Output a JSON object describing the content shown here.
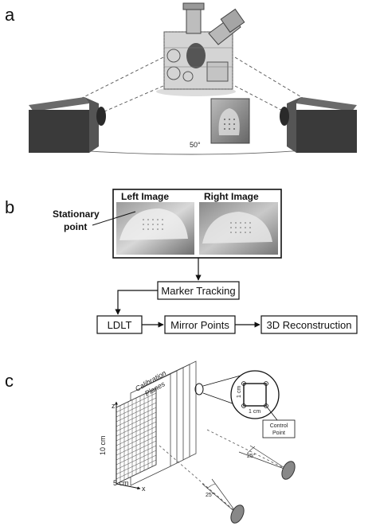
{
  "panels": {
    "a": {
      "letter": "a",
      "angle_label": "50°"
    },
    "b": {
      "letter": "b",
      "left_image_label": "Left Image",
      "right_image_label": "Right Image",
      "stationary_label_line1": "Stationary",
      "stationary_label_line2": "point",
      "steps": {
        "marker_tracking": "Marker Tracking",
        "ldlt": "LDLT",
        "mirror_points": "Mirror Points",
        "reconstruction": "3D Reconstruction"
      }
    },
    "c": {
      "letter": "c",
      "calibration_line1": "Calibration",
      "calibration_line2": "Planes",
      "z_axis": "z",
      "x_axis": "x",
      "height_label": "10 cm",
      "width_label": "5 cm",
      "inset_vertical": "1 cm",
      "inset_horizontal": "1 cm",
      "control_line1": "Control",
      "control_line2": "Point",
      "camera_angle_1": "25°",
      "camera_angle_2": "25°"
    }
  },
  "colors": {
    "camera_body": "#3a3a3a",
    "camera_side": "#555555",
    "lens": "#2a2a2a",
    "sensor": "#888888",
    "grid": "#444444"
  }
}
